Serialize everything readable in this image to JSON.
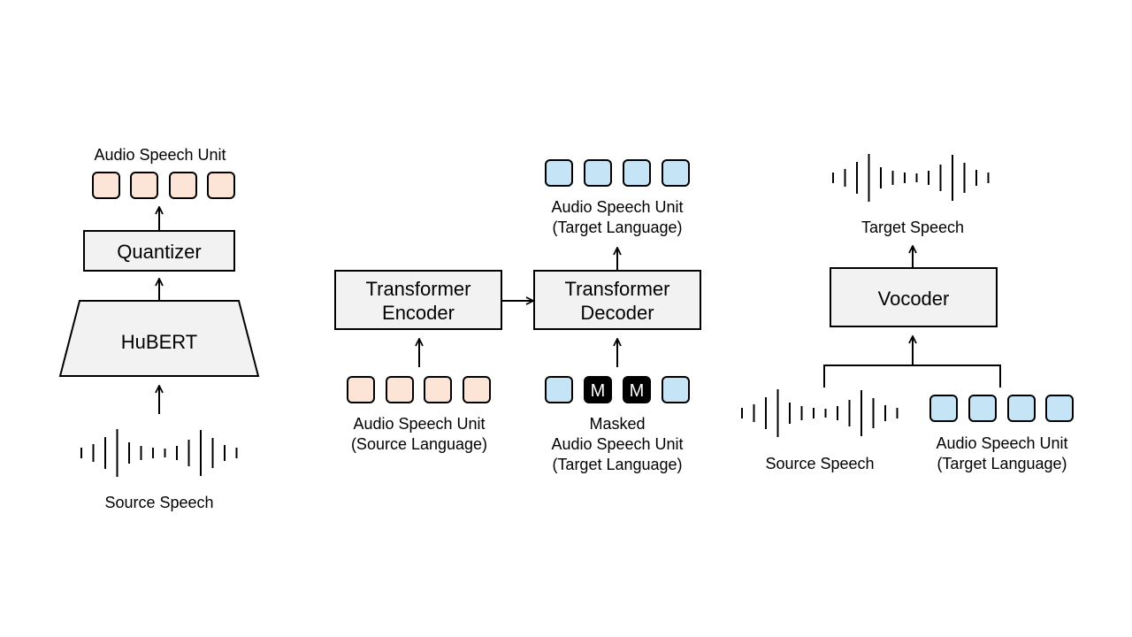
{
  "colors": {
    "source_unit": "#fce4d6",
    "target_unit": "#c5e4f5",
    "mask_unit": "#000000",
    "block_fill": "#f2f2f2"
  },
  "left_panel": {
    "top_label": "Audio Speech Unit",
    "quantizer": "Quantizer",
    "hubert": "HuBERT",
    "bottom_label": "Source Speech"
  },
  "middle_panel": {
    "encoder": [
      "Transformer",
      "Encoder"
    ],
    "decoder": [
      "Transformer",
      "Decoder"
    ],
    "output_label": [
      "Audio Speech Unit",
      "(Target Language)"
    ],
    "source_label": [
      "Audio Speech Unit",
      "(Source Language)"
    ],
    "masked_label": [
      "Masked",
      "Audio Speech Unit",
      "(Target Language)"
    ],
    "mask_token": "M"
  },
  "right_panel": {
    "vocoder": "Vocoder",
    "target_label": "Target Speech",
    "source_label": "Source Speech",
    "unit_label": [
      "Audio Speech Unit",
      "(Target Language)"
    ]
  }
}
